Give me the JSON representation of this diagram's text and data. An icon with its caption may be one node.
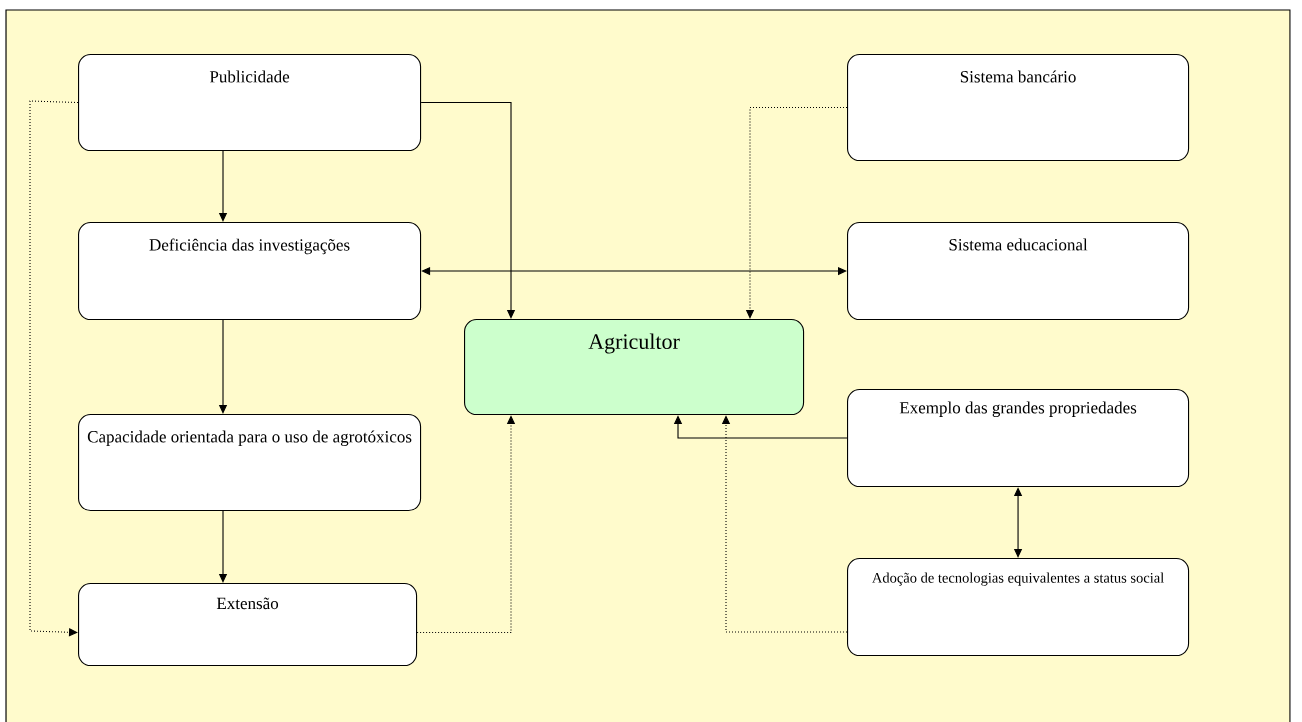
{
  "diagram": {
    "nodes": [
      {
        "text": [
          "Publicidade"
        ]
      },
      {
        "text": [
          "Deficiência das investigações"
        ]
      },
      {
        "text": [
          "Capacidade orientada para o uso de agrotóxicos"
        ]
      },
      {
        "text": [
          "Extensão"
        ]
      },
      {
        "text": [
          "Agricultor"
        ]
      },
      {
        "text": [
          "Sistema bancário"
        ]
      },
      {
        "text": [
          "Sistema educacional"
        ]
      },
      {
        "text": [
          "Exemplo das grandes propriedades"
        ]
      },
      {
        "text": [
          "Adoção de tecnologias equivalentes a status social"
        ]
      }
    ],
    "edges": [
      {
        "from": 0,
        "to": 1,
        "arrow": "to"
      },
      {
        "from": 1,
        "to": 2,
        "arrow": "to"
      },
      {
        "from": 2,
        "to": 3,
        "arrow": "to"
      },
      {
        "from": 0,
        "to": 3,
        "arrow": "to",
        "style": "dashed"
      },
      {
        "from": 0,
        "to": 4,
        "arrow": "to"
      },
      {
        "from": 1,
        "to": 6,
        "arrow": "both"
      },
      {
        "from": 5,
        "to": 4,
        "arrow": "to",
        "style": "dashed"
      },
      {
        "from": 3,
        "to": 4,
        "arrow": "to",
        "style": "dashed"
      },
      {
        "from": 7,
        "to": 4,
        "arrow": "to"
      },
      {
        "from": 8,
        "to": 4,
        "arrow": "to",
        "style": "dashed"
      },
      {
        "from": 7,
        "to": 8,
        "arrow": "both"
      }
    ]
  }
}
